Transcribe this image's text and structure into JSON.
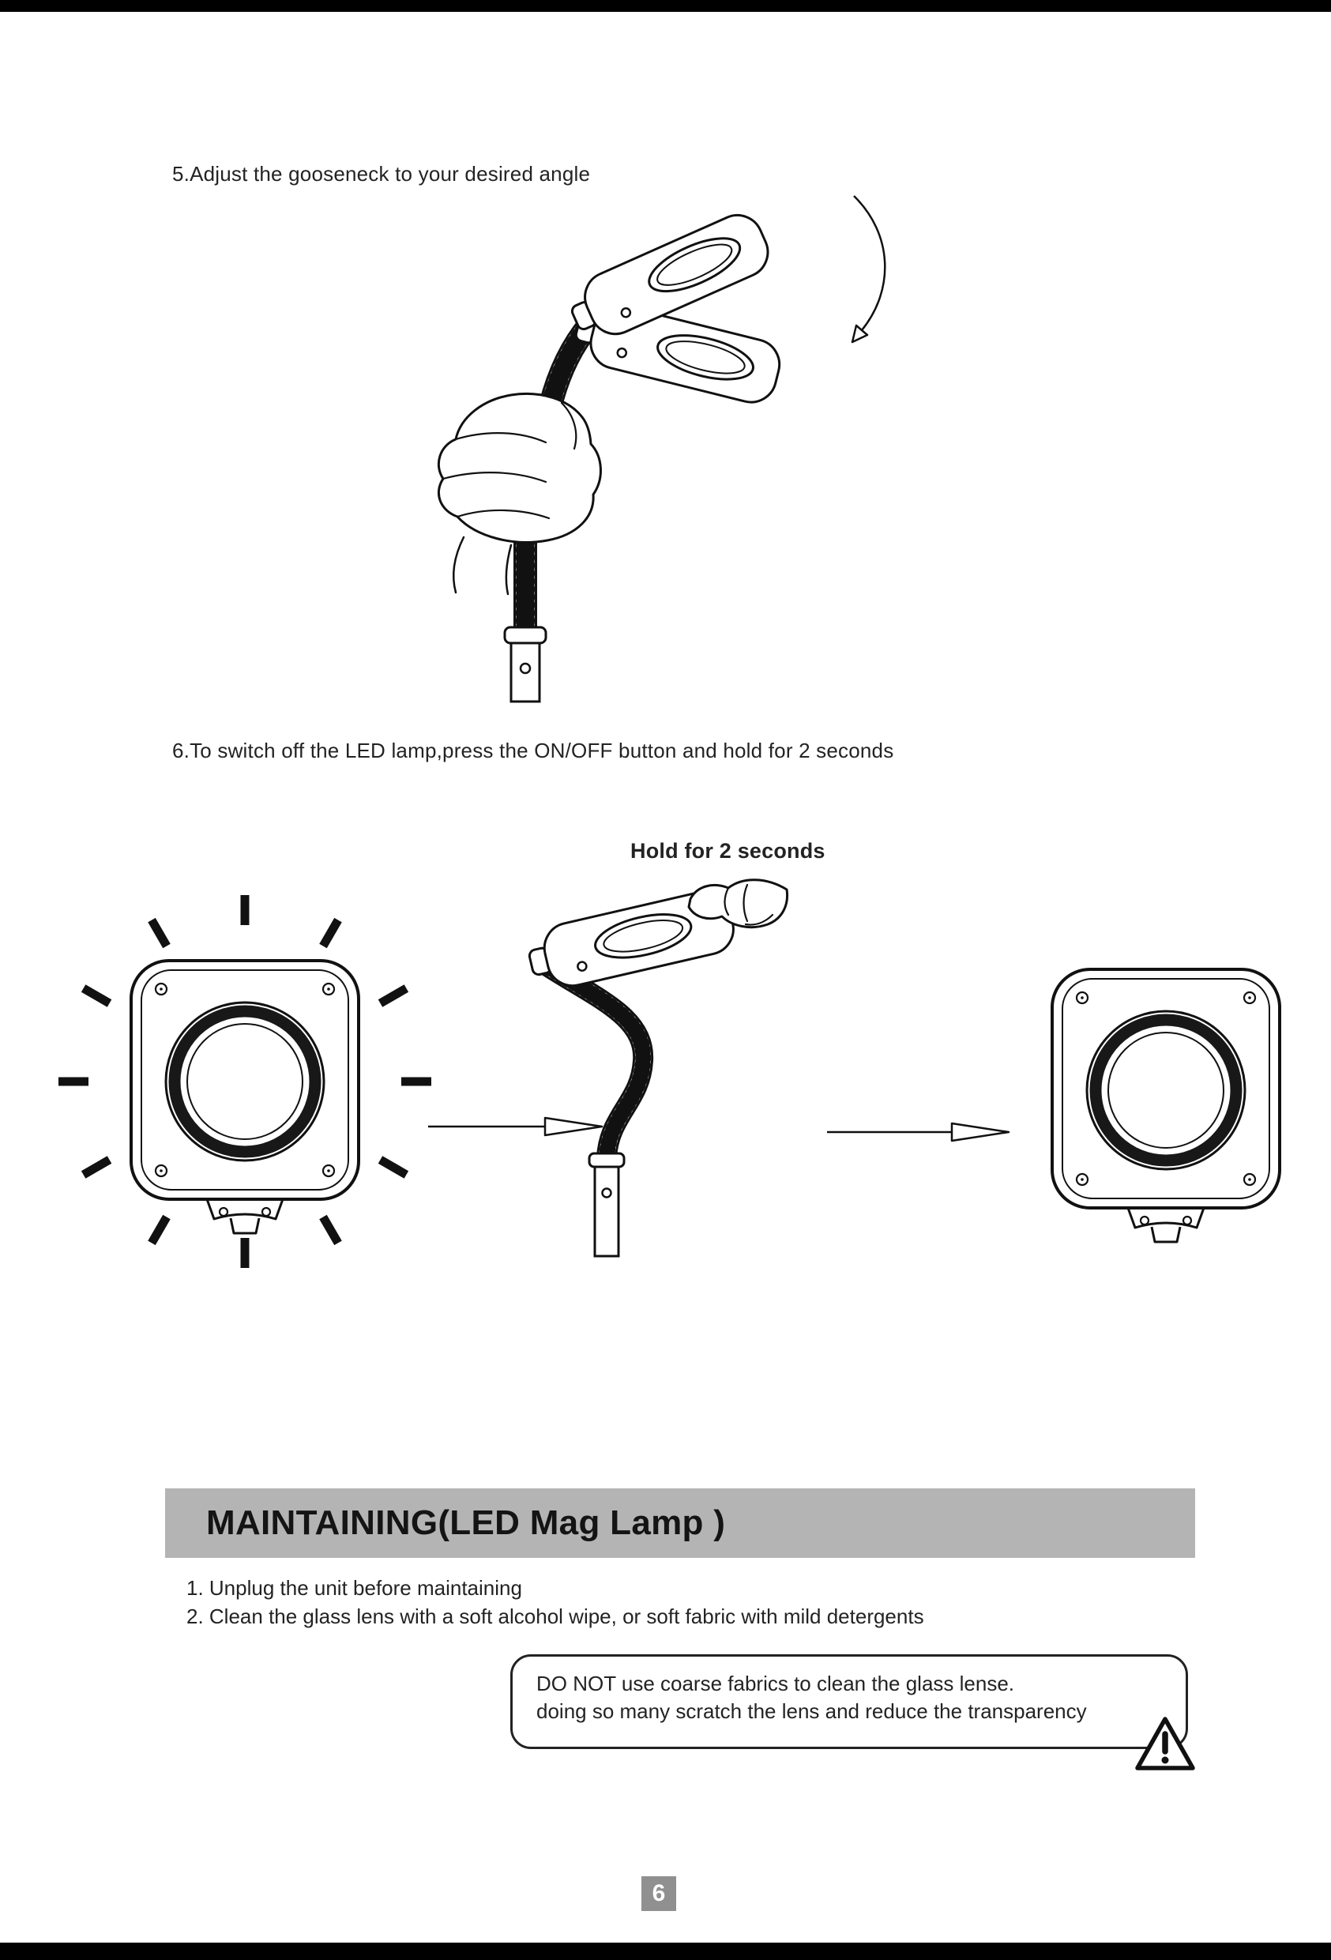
{
  "page": {
    "number": "6",
    "colors": {
      "banner_bg": "#b4b4b4",
      "badge_bg": "#909090",
      "ink": "#232323",
      "line": "#111111"
    }
  },
  "instructions": {
    "step5": "5.Adjust the gooseneck to your desired angle",
    "step6": "6.To switch off the LED lamp,press the ON/OFF button and hold for 2 seconds",
    "hold_label": "Hold for 2 seconds"
  },
  "maintaining": {
    "title": "MAINTAINING(LED Mag Lamp )",
    "items": [
      "1. Unplug the unit before maintaining",
      "2. Clean the glass lens with a soft alcohol wipe, or soft fabric with mild detergents"
    ],
    "warning": {
      "line1": "DO NOT use coarse fabrics to clean the glass lense.",
      "line2": "doing so many scratch the lens and reduce the transparency"
    }
  }
}
